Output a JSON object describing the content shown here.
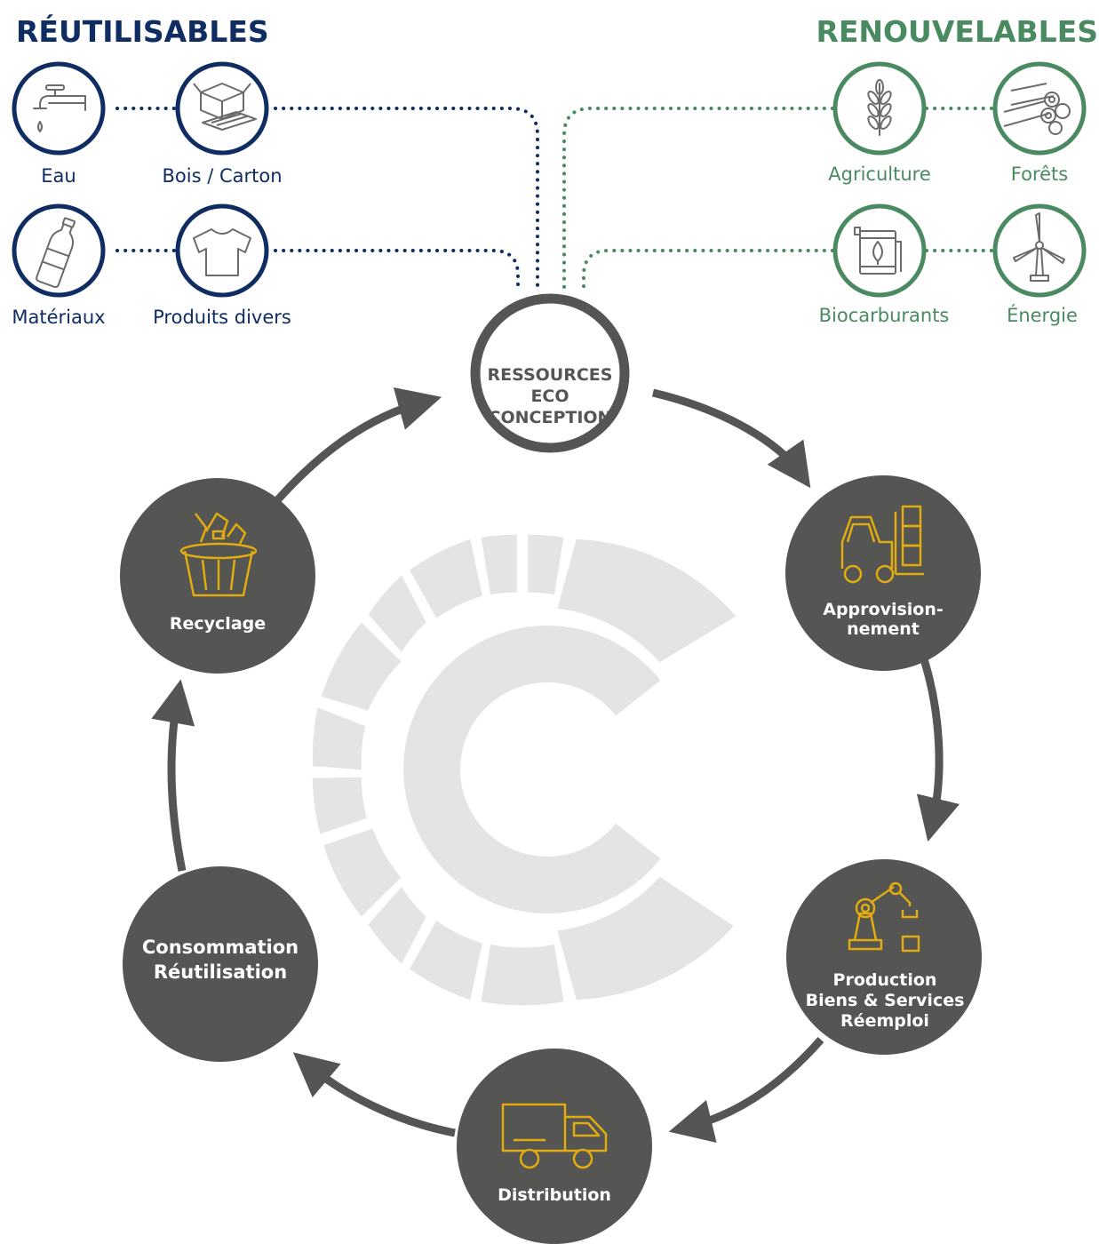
{
  "colors": {
    "blue": "#0f2d62",
    "green": "#4a8a61",
    "dark": "#555553",
    "gold": "#e2ab0e",
    "light": "#e3e4e6",
    "icon_grey": "#6b6b6b"
  },
  "reusable": {
    "heading": "RÉUTILISABLES",
    "items": [
      {
        "label": "Eau",
        "icon": "water-tap-icon"
      },
      {
        "label": "Bois / Carton",
        "icon": "wood-cardboard-icon"
      },
      {
        "label": "Matériaux",
        "icon": "bottle-icon"
      },
      {
        "label": "Produits divers",
        "icon": "tshirt-icon"
      }
    ]
  },
  "renewable": {
    "heading": "RENOUVELABLES",
    "items": [
      {
        "label": "Agriculture",
        "icon": "wheat-icon"
      },
      {
        "label": "Forêts",
        "icon": "logs-icon"
      },
      {
        "label": "Biocarburants",
        "icon": "biofuel-icon"
      },
      {
        "label": "Énergie",
        "icon": "wind-turbine-icon"
      }
    ]
  },
  "center": {
    "line1": "RESSOURCES",
    "line2": "ECO",
    "line3": "CONCEPTION"
  },
  "stages": {
    "supply": {
      "line1": "Approvision-",
      "line2": "nement",
      "icon": "forklift-icon"
    },
    "production": {
      "line1": "Production",
      "line2": "Biens & Services",
      "line3": "Réemploi",
      "icon": "robot-arm-icon"
    },
    "distribution": {
      "line1": "Distribution",
      "icon": "truck-icon"
    },
    "consumption": {
      "line1": "Consommation",
      "line2": "Réutilisation"
    },
    "recycling": {
      "line1": "Recyclage",
      "icon": "recycling-bin-icon"
    }
  }
}
